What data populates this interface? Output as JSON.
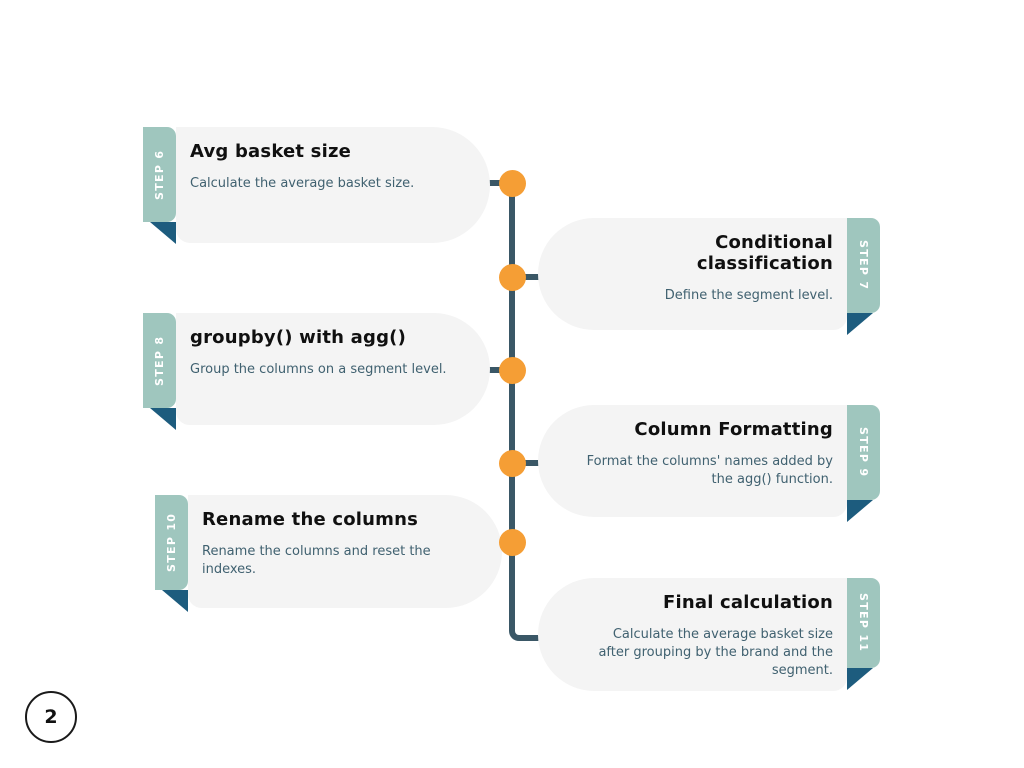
{
  "page": {
    "number": "2"
  },
  "colors": {
    "background": "#FFFFFF",
    "accent_orange": "#F59E35",
    "timeline_line": "#3A5766",
    "step_tab_background": "#9FC6BE",
    "step_fold": "#1D5C7E",
    "card_background": "#F4F4F4",
    "title_text": "#101010",
    "description_text": "#406170"
  },
  "timeline": {
    "dot_count": 5,
    "shape": "vertical line with bottom-left elbow joining last card"
  },
  "steps": [
    {
      "label": "STEP 6",
      "side": "left",
      "title": "Avg basket size",
      "description": "Calculate the average basket size."
    },
    {
      "label": "STEP 7",
      "side": "right",
      "title": "Conditional classification",
      "description": "Define the segment level."
    },
    {
      "label": "STEP 8",
      "side": "left",
      "title": "groupby() with agg()",
      "description": "Group the columns on a segment level."
    },
    {
      "label": "STEP 9",
      "side": "right",
      "title": "Column Formatting",
      "description": "Format the columns' names added by the agg() function."
    },
    {
      "label": "STEP 10",
      "side": "left",
      "title": "Rename the columns",
      "description": "Rename the columns and reset the indexes."
    },
    {
      "label": "STEP 11",
      "side": "right",
      "title": "Final calculation",
      "description": "Calculate the average basket size after grouping by the brand and the segment."
    }
  ]
}
